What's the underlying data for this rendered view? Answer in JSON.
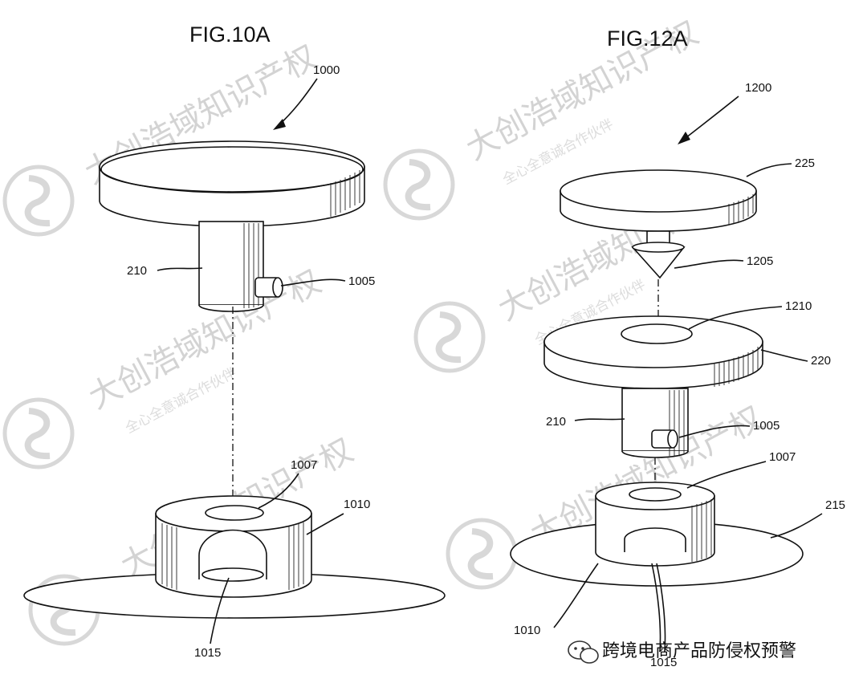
{
  "figures": [
    {
      "title": "FIG.10A",
      "refs": {
        "device": "1000",
        "shaft": "210",
        "pin": "1005",
        "slot": "1007",
        "receiver": "1010",
        "notch": "1015"
      }
    },
    {
      "title": "FIG.12A",
      "refs": {
        "device": "1200",
        "top_disc": "225",
        "tip": "1205",
        "hole": "1210",
        "ring": "220",
        "shaft": "210",
        "pin": "1005",
        "slot": "1007",
        "base": "215",
        "receiver": "1010",
        "notch": "1015"
      }
    }
  ],
  "watermark": {
    "main": "大创浩域知识产权",
    "sub": "全心全意诚合作伙伴"
  },
  "footer": {
    "text": "跨境电商产品防侵权预警",
    "icon": "wechat-icon"
  }
}
